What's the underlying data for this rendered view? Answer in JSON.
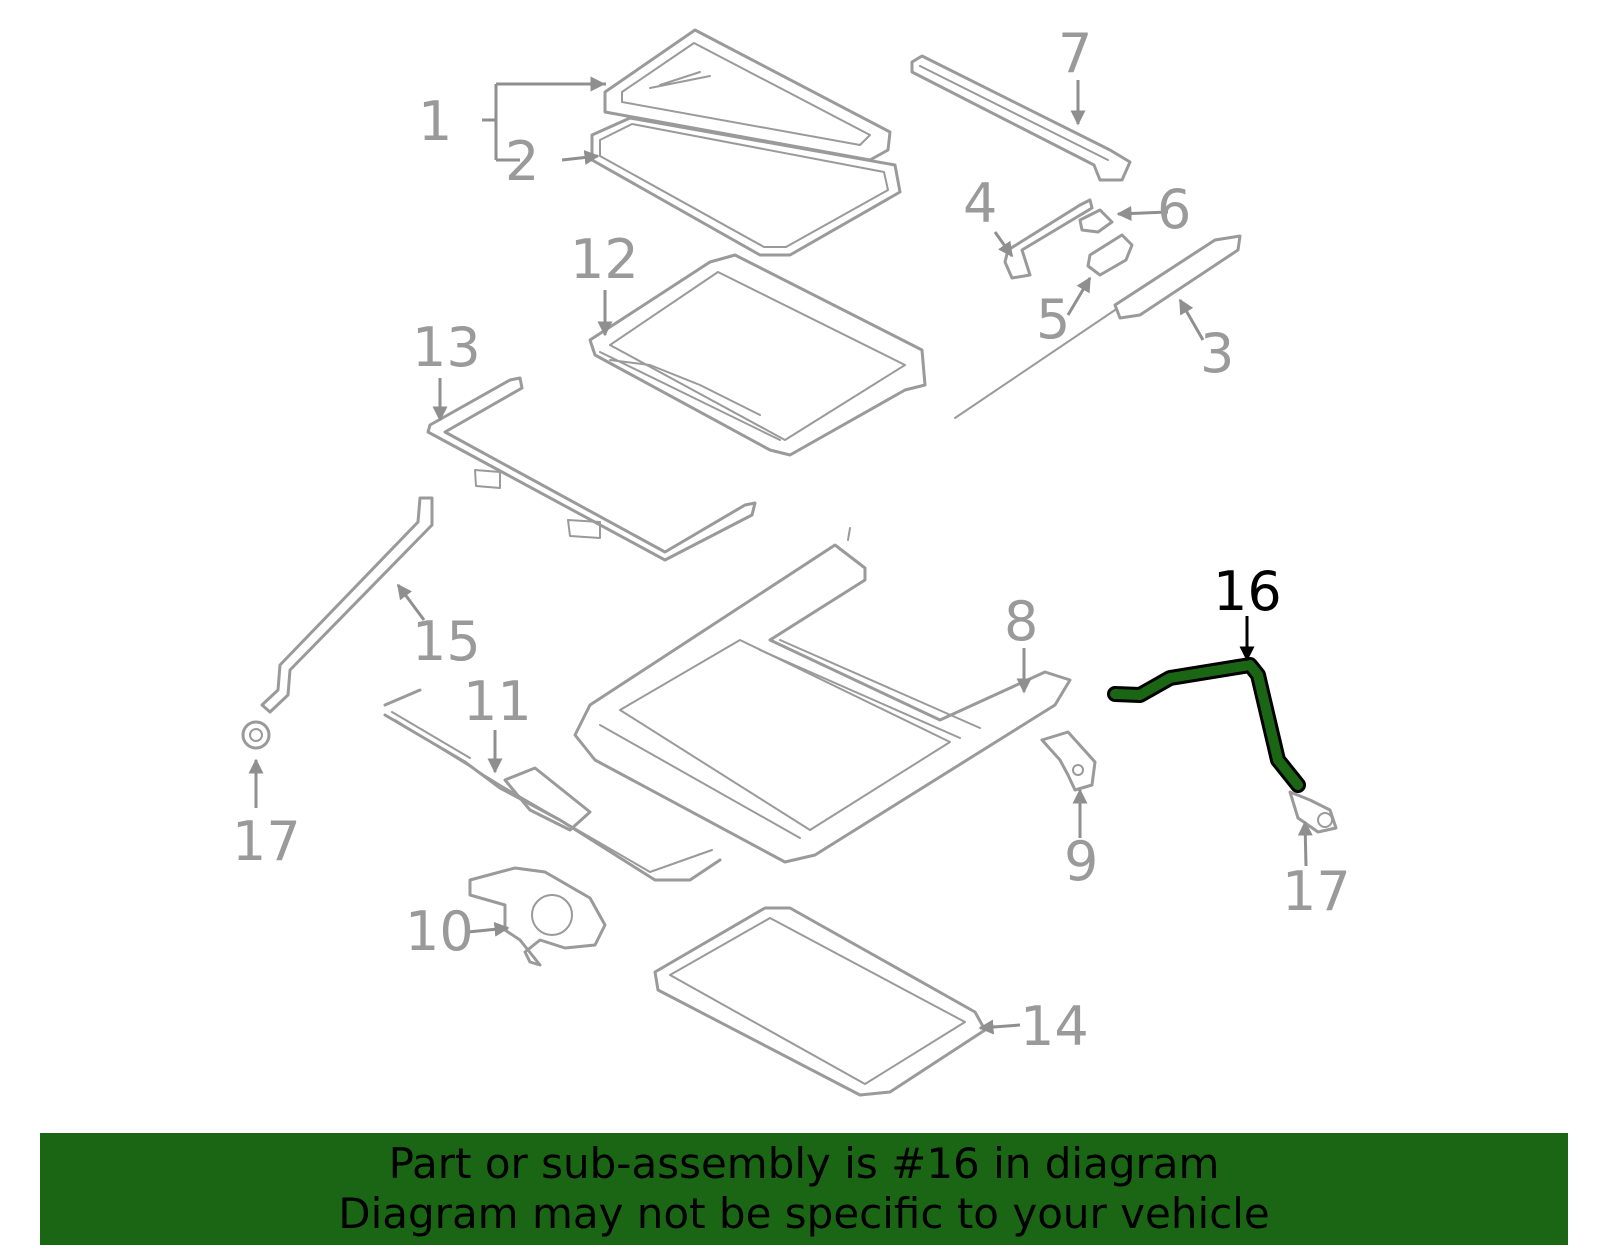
{
  "diagram": {
    "callouts": [
      "1",
      "2",
      "7",
      "4",
      "6",
      "12",
      "5",
      "3",
      "13",
      "15",
      "8",
      "16",
      "11",
      "17",
      "17",
      "9",
      "10",
      "14"
    ],
    "highlight_color": "#1a6614",
    "part_color": "#9a9a9a"
  },
  "banner": {
    "line1": "Part or sub-assembly is #16 in diagram",
    "line2": "Diagram may not be specific to your vehicle",
    "color": "#1a6614"
  }
}
